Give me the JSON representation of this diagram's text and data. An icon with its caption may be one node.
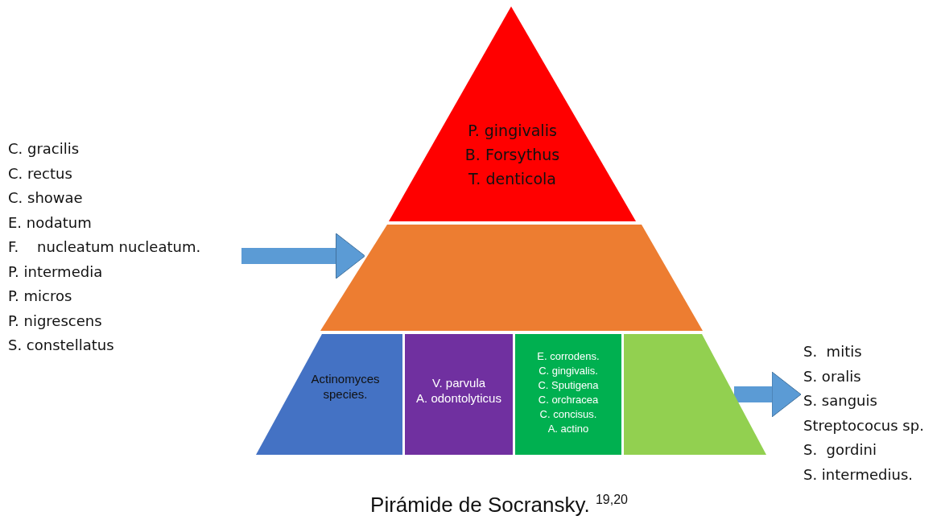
{
  "diagram": {
    "caption": "Pirámide de Socransky. $^{19,20}$",
    "nodes": [
      {
        "text": [
          "P. gingivalis",
          "B. Forsythus",
          "T. denticola"
        ]
      },
      {
        "text": [],
        "shape": "trapezoid"
      },
      {
        "text": [
          "Actinomyces species."
        ]
      },
      {
        "text": [
          "V. parvula",
          "A. odontolyticus"
        ]
      },
      {
        "text": [
          "E. corrodens.",
          "C. gingivalis.",
          "C. Sputigena",
          "C. orchracea",
          "C. concisus.",
          "A. actino"
        ]
      },
      {
        "text": [],
        "shape": "trapezoid"
      },
      {
        "text": [
          "C. gracilis",
          "C. rectus",
          "C. showae",
          "E. nodatum",
          "F.    nucleatum nucleatum.",
          "P. intermedia",
          "P. micros",
          "P. nigrescens",
          "S. constellatus"
        ]
      },
      {
        "text": [
          "S.  mitis",
          "S. oralis",
          "S. sanguis",
          "Streptococus sp.",
          "S.  gordini",
          "S. intermedius."
        ]
      }
    ],
    "edges": [
      {
        "from": 6,
        "to": 1,
        "arrow": "to"
      },
      {
        "from": 5,
        "to": 7,
        "arrow": "to"
      }
    ]
  }
}
